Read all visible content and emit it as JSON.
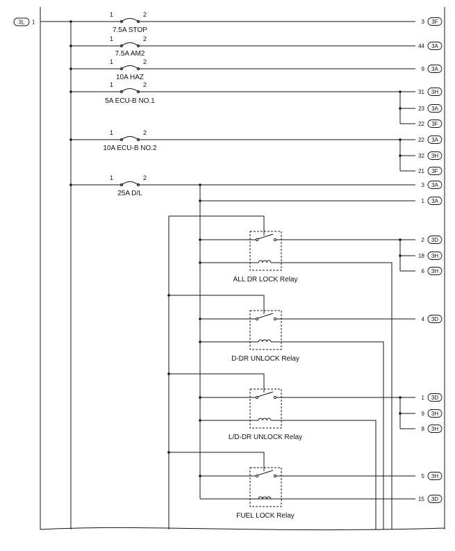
{
  "left_connector": {
    "tag": "3L",
    "pin": "1"
  },
  "fuses": [
    {
      "pin_a": "1",
      "pin_b": "2",
      "label": "7.5A STOP"
    },
    {
      "pin_a": "1",
      "pin_b": "2",
      "label": "7.5A AM2"
    },
    {
      "pin_a": "1",
      "pin_b": "2",
      "label": "10A HAZ"
    },
    {
      "pin_a": "1",
      "pin_b": "2",
      "label": "5A ECU-B NO.1"
    },
    {
      "pin_a": "1",
      "pin_b": "2",
      "label": "10A ECU-B NO.2"
    },
    {
      "pin_a": "1",
      "pin_b": "2",
      "label": "25A D/L"
    }
  ],
  "relays": [
    {
      "label": "ALL DR LOCK Relay"
    },
    {
      "label": "D-DR UNLOCK Relay"
    },
    {
      "label": "L/D-DR UNLOCK Relay"
    },
    {
      "label": "FUEL LOCK Relay"
    }
  ],
  "right_terminals": [
    {
      "pin": "3",
      "tag": "3F"
    },
    {
      "pin": "44",
      "tag": "3A"
    },
    {
      "pin": "9",
      "tag": "3A"
    },
    {
      "pin": "31",
      "tag": "3H"
    },
    {
      "pin": "23",
      "tag": "3A"
    },
    {
      "pin": "22",
      "tag": "3F"
    },
    {
      "pin": "22",
      "tag": "3A"
    },
    {
      "pin": "32",
      "tag": "3H"
    },
    {
      "pin": "21",
      "tag": "3F"
    },
    {
      "pin": "3",
      "tag": "3A"
    },
    {
      "pin": "1",
      "tag": "3A"
    },
    {
      "pin": "2",
      "tag": "3D"
    },
    {
      "pin": "18",
      "tag": "3H"
    },
    {
      "pin": "6",
      "tag": "3H"
    },
    {
      "pin": "4",
      "tag": "3D"
    },
    {
      "pin": "1",
      "tag": "3D"
    },
    {
      "pin": "9",
      "tag": "3H"
    },
    {
      "pin": "8",
      "tag": "3H"
    },
    {
      "pin": "5",
      "tag": "3H"
    },
    {
      "pin": "15",
      "tag": "3D"
    }
  ]
}
